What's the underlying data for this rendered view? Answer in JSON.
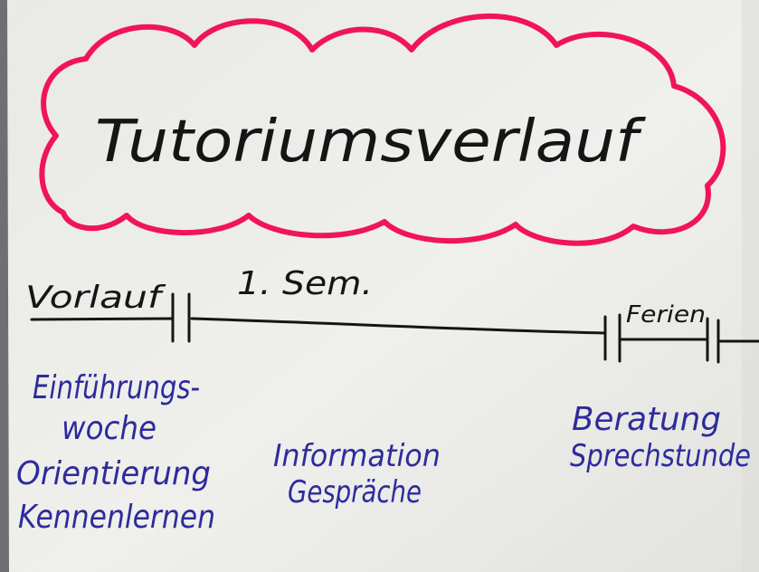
{
  "photo": {
    "title": "Tutoriumsverlauf",
    "timeline": {
      "label_start": "Vorlauf",
      "label_semester": "1. Sem.",
      "label_holidays": "Ferien"
    },
    "notes": {
      "intro_week_line1": "Einführungs-",
      "intro_week_line2": "woche",
      "orientation": "Orientierung",
      "get_to_know": "Kennenlernen",
      "info_line1": "Information",
      "info_line2": "Gespräche",
      "advice_line1": "Beratung",
      "advice_line2": "Sprechstunde"
    }
  },
  "colors": {
    "paper": "#ececea",
    "cloud_outline": "#f0145a",
    "marker_black": "#151515",
    "marker_blue": "#2d2b9c",
    "background": "#6f6f73"
  }
}
